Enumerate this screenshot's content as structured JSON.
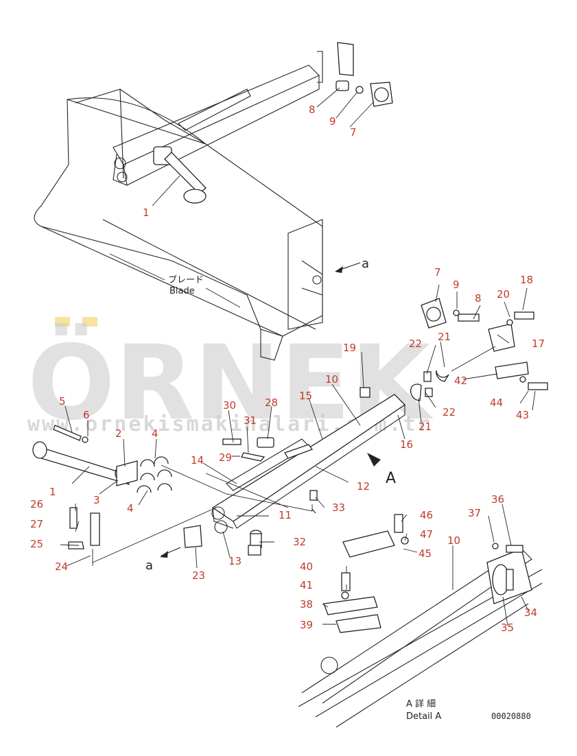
{
  "blade_label_jp": "ブレード",
  "blade_label_en": "Blade",
  "view_letter_a": "a",
  "view_letter_A": "A",
  "detail_label_jp": "A 詳 細",
  "detail_label_en": "Detail A",
  "drawing_number": "00020880",
  "watermark_brand": "ÖRNEK",
  "watermark_url": "www.ornekismakinalari.com.tr",
  "colors": {
    "callout": "#c0392b",
    "line": "#222222",
    "watermark": "#c8c8c8"
  },
  "callouts": [
    "1",
    "8",
    "9",
    "7",
    "7",
    "9",
    "8",
    "20",
    "18",
    "21",
    "17",
    "22",
    "19",
    "10",
    "15",
    "42",
    "22",
    "44",
    "43",
    "21",
    "16",
    "5",
    "6",
    "30",
    "28",
    "31",
    "29",
    "2",
    "4",
    "14",
    "12",
    "1",
    "3",
    "4",
    "33",
    "11",
    "26",
    "27",
    "25",
    "24",
    "32",
    "23",
    "13",
    "36",
    "37",
    "46",
    "47",
    "10",
    "45",
    "40",
    "41",
    "38",
    "39",
    "34",
    "35"
  ]
}
